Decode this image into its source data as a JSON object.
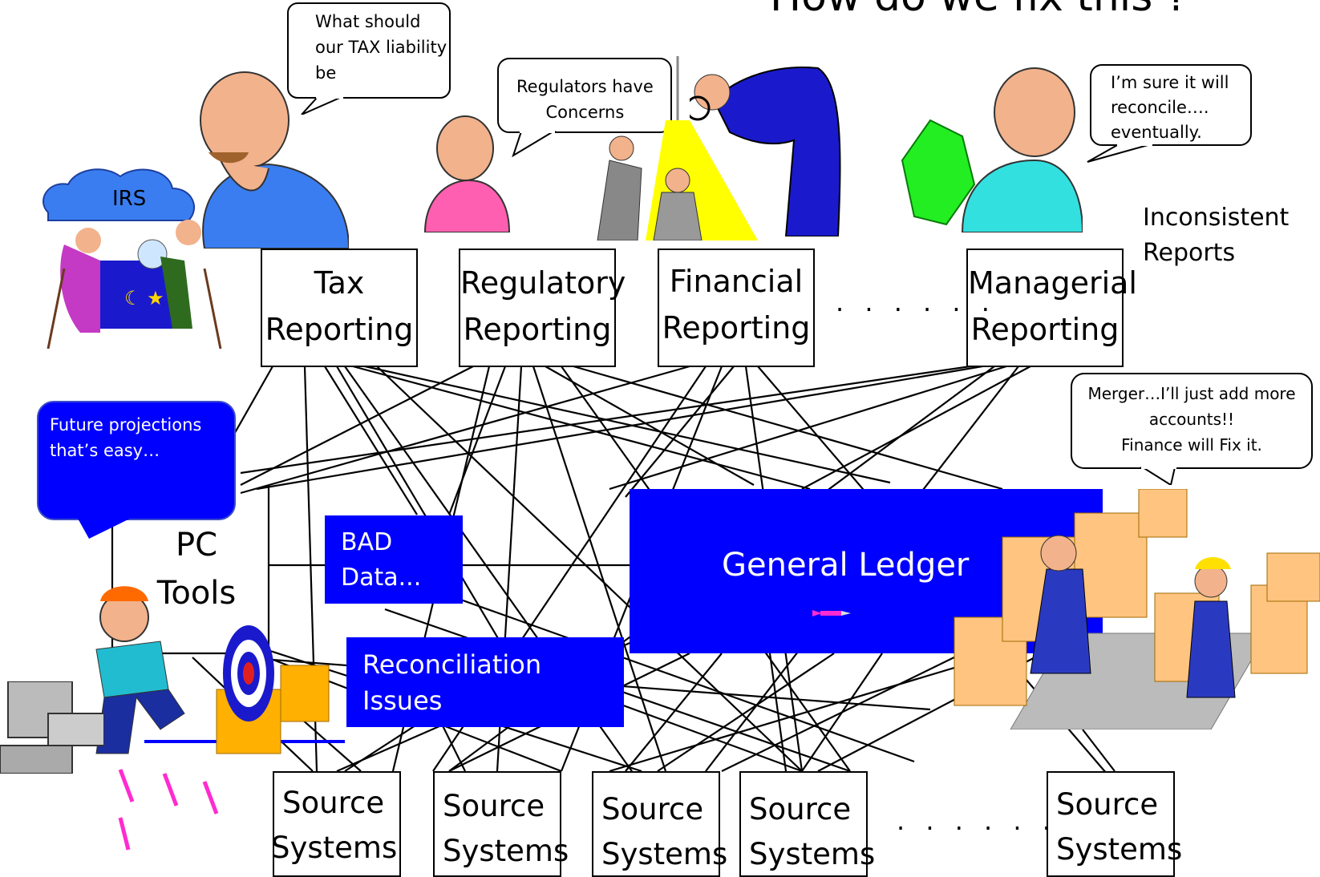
{
  "title": "How do we fix this ?",
  "report_boxes": [
    {
      "line1": "Tax",
      "line2": "Reporting"
    },
    {
      "line1": "Regulatory",
      "line2": "Reporting"
    },
    {
      "line1": "Financial",
      "line2": "Reporting"
    },
    {
      "line1": "Managerial",
      "line2": "Reporting"
    }
  ],
  "report_ellipsis": ". . . . . .",
  "source_boxes": [
    {
      "line1": "Source",
      "line2": "Systems"
    },
    {
      "line1": "Source",
      "line2": "Systems"
    },
    {
      "line1": "Source",
      "line2": "Systems"
    },
    {
      "line1": "Source",
      "line2": "Systems"
    },
    {
      "line1": "Source",
      "line2": "Systems"
    }
  ],
  "source_ellipsis": ". . . . . .",
  "pc_tools": {
    "line1": "PC",
    "line2": "Tools"
  },
  "bad_data": {
    "line1": "BAD",
    "line2": "Data..."
  },
  "reconciliation": {
    "line1": "Reconciliation",
    "line2": "Issues"
  },
  "general_ledger": "General Ledger",
  "future_bubble": {
    "line1": "Future projections",
    "line2": "that’s easy…"
  },
  "irs_cloud": "IRS",
  "tax_bubble": {
    "line1": "What should",
    "line2": "our TAX liability",
    "line3": "be"
  },
  "regulators_bubble": {
    "line1": "Regulators have",
    "line2": "Concerns"
  },
  "reconcile_bubble": {
    "line1": "I’m sure it  will",
    "line2": "reconcile….",
    "line3": "eventually."
  },
  "inconsistent_note": {
    "line1": "Inconsistent",
    "line2": "Reports"
  },
  "merger_bubble": {
    "line1": "Merger…I’ll just add more",
    "line2": "accounts!!",
    "line3": "Finance will Fix it."
  },
  "colors": {
    "blue_box": "#0000ff",
    "cloud": "#3a7df0",
    "line": "#000000"
  },
  "icons": [
    "fortune-teller-clipart",
    "thinking-man-clipart",
    "pointing-man-clipart",
    "interrogation-clipart",
    "detective-magnifier-clipart",
    "money-man-clipart",
    "dart-thrower-clipart",
    "dartboard-target-icon",
    "falling-boxes-clipart",
    "computer-icon"
  ]
}
